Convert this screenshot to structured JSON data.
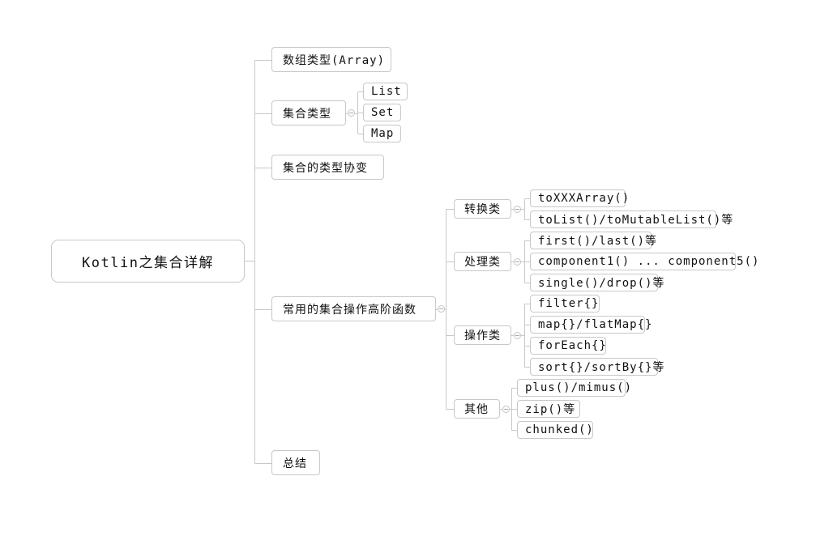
{
  "mindmap": {
    "root": "Kotlin之集合详解",
    "branches": [
      {
        "label": "数组类型(Array)"
      },
      {
        "label": "集合类型",
        "children": [
          {
            "label": "List"
          },
          {
            "label": "Set"
          },
          {
            "label": "Map"
          }
        ]
      },
      {
        "label": "集合的类型协变"
      },
      {
        "label": "常用的集合操作高阶函数",
        "children": [
          {
            "label": "转换类",
            "children": [
              {
                "label": "toXXXArray()"
              },
              {
                "label": "toList()/toMutableList()等"
              }
            ]
          },
          {
            "label": "处理类",
            "children": [
              {
                "label": "first()/last()等"
              },
              {
                "label": "component1() ... component5()"
              },
              {
                "label": "single()/drop()等"
              }
            ]
          },
          {
            "label": "操作类",
            "children": [
              {
                "label": "filter{}"
              },
              {
                "label": "map{}/flatMap{}"
              },
              {
                "label": "forEach{}"
              },
              {
                "label": "sort{}/sortBy{}等"
              }
            ]
          },
          {
            "label": "其他",
            "children": [
              {
                "label": "plus()/mimus()"
              },
              {
                "label": "zip()等"
              },
              {
                "label": "chunked()"
              }
            ]
          }
        ]
      },
      {
        "label": "总结"
      }
    ]
  },
  "colors": {
    "line": "#c8c8c8",
    "border": "#c8c8c8",
    "text": "#111111"
  }
}
